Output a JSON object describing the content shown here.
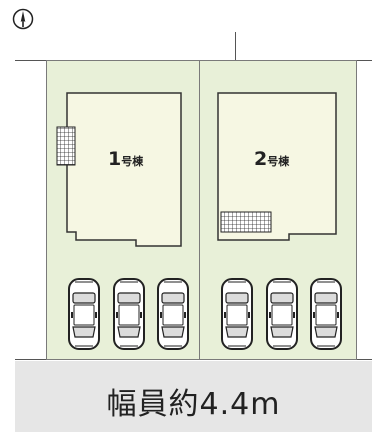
{
  "map": {
    "north_symbol": "north-arrow",
    "lots": [
      {
        "building_number": "1",
        "building_suffix": "号棟",
        "parking_spaces": 3
      },
      {
        "building_number": "2",
        "building_suffix": "号棟",
        "parking_spaces": 3
      }
    ],
    "road": {
      "label": "幅員約4.4m"
    },
    "colors": {
      "lot_fill": "#e8f0d8",
      "building_fill": "#f6f7e3",
      "road_fill": "#e6e6e6",
      "outline": "#555555"
    }
  }
}
